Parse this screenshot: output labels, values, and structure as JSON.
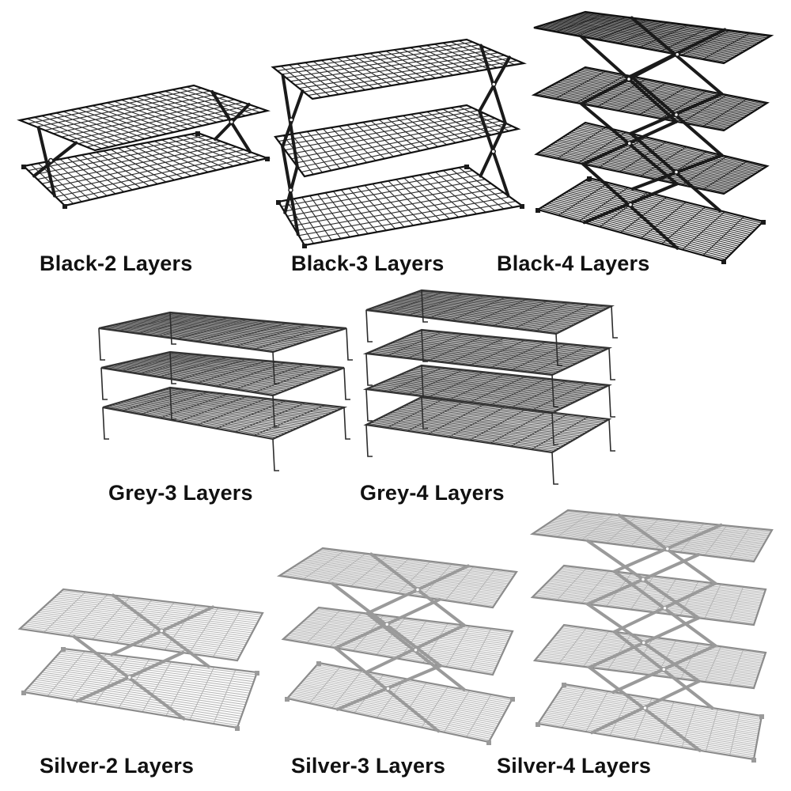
{
  "colors": {
    "black": {
      "wire": "#2a2a2a",
      "frame": "#111111",
      "leg": "#1a1a1a"
    },
    "grey": {
      "wire": "#4a4a4a",
      "frame": "#333333",
      "leg": "#2c2c2c"
    },
    "silver": {
      "wire": "#b8b8b8",
      "frame": "#8c8c8c",
      "leg": "#9a9a9a"
    },
    "caption_text": "#111111",
    "background": "#ffffff"
  },
  "products": [
    {
      "id": "black-2",
      "caption": "Black-2 Layers",
      "finish": "black",
      "layers": 2,
      "leg_style": "scissor"
    },
    {
      "id": "black-3",
      "caption": "Black-3 Layers",
      "finish": "black",
      "layers": 3,
      "leg_style": "scissor"
    },
    {
      "id": "black-4",
      "caption": "Black-4 Layers",
      "finish": "black",
      "layers": 4,
      "leg_style": "scissor"
    },
    {
      "id": "grey-3",
      "caption": "Grey-3 Layers",
      "finish": "grey",
      "layers": 3,
      "leg_style": "stacking"
    },
    {
      "id": "grey-4",
      "caption": "Grey-4 Layers",
      "finish": "grey",
      "layers": 4,
      "leg_style": "stacking"
    },
    {
      "id": "silver-2",
      "caption": "Silver-2 Layers",
      "finish": "silver",
      "layers": 2,
      "leg_style": "scissor"
    },
    {
      "id": "silver-3",
      "caption": "Silver-3 Layers",
      "finish": "silver",
      "layers": 3,
      "leg_style": "scissor"
    },
    {
      "id": "silver-4",
      "caption": "Silver-4 Layers",
      "finish": "silver",
      "layers": 4,
      "leg_style": "scissor"
    }
  ]
}
